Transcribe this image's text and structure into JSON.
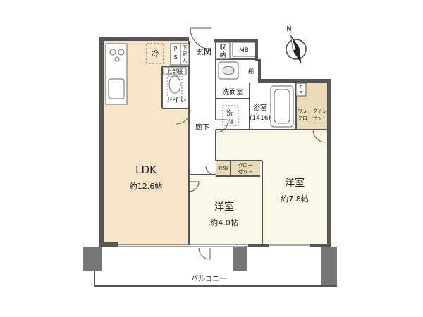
{
  "rooms": {
    "ldk": {
      "name": "LDK",
      "size": "約12.6帖"
    },
    "western_room_small": {
      "name": "洋室",
      "size": "約4.0帖"
    },
    "western_room_large": {
      "name": "洋室",
      "size": "約7.8帖"
    },
    "bathroom": {
      "name": "浴室",
      "size": "(1416)"
    },
    "washroom": "洗面室",
    "toilet": "トイレ",
    "hallway": "廊下",
    "entrance": "玄関",
    "walk_in_closet_line1": "ウォークイン",
    "walk_in_closet_line2": "クローゼット",
    "closet_line1": "クロー",
    "closet_line2": "ゼット",
    "storage_small": "収納",
    "storage_entrance_line1": "収",
    "storage_entrance_line2": "納",
    "balcony": "バルコニー"
  },
  "fixtures": {
    "refrigerator": "冷",
    "shoe_box_line1": "下",
    "shoe_box_line2": "足",
    "shoe_box_line3": "入",
    "ps_top_line1": "P",
    "ps_top_line2": "S",
    "ps_right_line1": "P",
    "ps_right_line2": "S",
    "mb": "MB",
    "shelf_toilet": "上部棚",
    "shelf_wash": "棚",
    "washer_line1": "洗",
    "washer_line2": "濯"
  },
  "compass": {
    "north": "N"
  },
  "colors": {
    "wall": "#555555",
    "ldk_floor": "#f7e5c9",
    "western_floor": "#fbf8e8",
    "wet_floor": "#ffffff",
    "closet_floor": "#e9dbb7",
    "column": "#777777"
  }
}
